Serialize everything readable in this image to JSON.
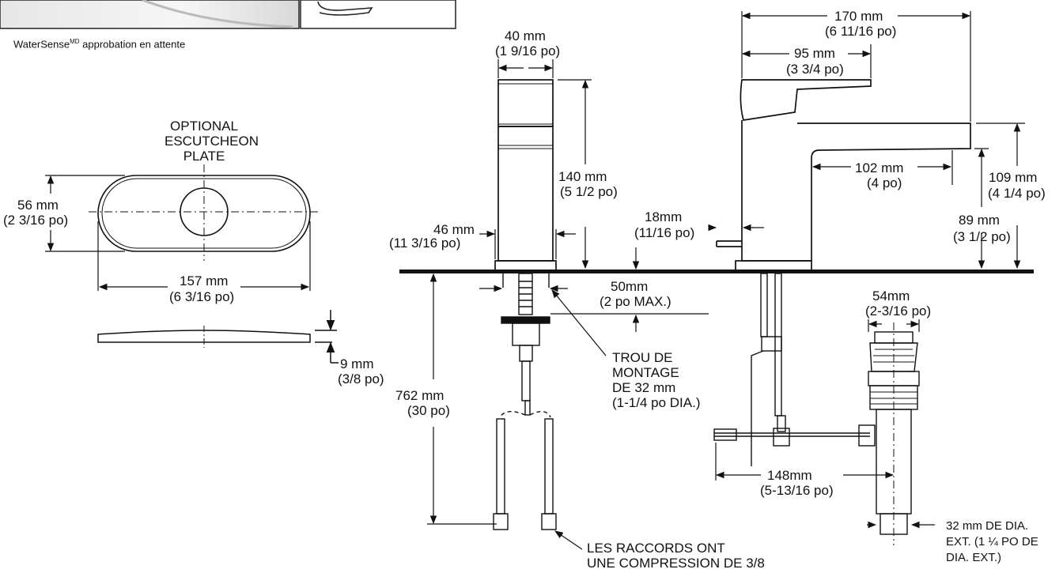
{
  "header": {
    "watersense": "WaterSense",
    "watersense_mark": "MD",
    "watersense_suffix": " approbation en attente"
  },
  "escutcheon": {
    "title_line1": "OPTIONAL",
    "title_line2": "ESCUTCHEON",
    "title_line3": "PLATE",
    "height_mm": "56 mm",
    "height_in": "(2 3/16 po)",
    "length_mm": "157 mm",
    "length_in": "(6 3/16 po)",
    "thickness_mm": "9 mm",
    "thickness_in": "(3/8 po)"
  },
  "front_view": {
    "width_mm": "40 mm",
    "width_in": "(1 9/16 po)",
    "height_mm": "140 mm",
    "height_in": "(5 1/2 po)",
    "base_mm": "46 mm",
    "base_in": "(11 3/16 po)",
    "deck_mm": "50mm",
    "deck_in": "(2 po MAX.)",
    "hole_line1": "TROU DE",
    "hole_line2": "MONTAGE",
    "hole_line3": "DE 32 mm",
    "hole_line4": "(1-1/4 po DIA.)",
    "supply_mm": "762 mm",
    "supply_in": "(30 po)",
    "conn_line1": "LES RACCORDS ONT",
    "conn_line2": "UNE COMPRESSION DE 3/8"
  },
  "side_view": {
    "total_mm": "170 mm",
    "total_in": "(6 11/16 po)",
    "handle_mm": "95 mm",
    "handle_in": "(3 3/4 po)",
    "reach_mm": "102 mm",
    "reach_in": "(4 po)",
    "height_mm": "109 mm",
    "height_in": "(4 1/4 po)",
    "spout_mm": "89 mm",
    "spout_in": "(3 1/2 po)",
    "rod_mm": "18mm",
    "rod_in": "(11/16 po)",
    "drain_mm": "54mm",
    "drain_in": "(2-3/16 po)",
    "offset_mm": "148mm",
    "offset_in": "(5-13/16 po)",
    "tail_line1": "32 mm DE DIA.",
    "tail_line2": "EXT. (1 ¼ PO DE",
    "tail_line3": "DIA. EXT.)"
  }
}
